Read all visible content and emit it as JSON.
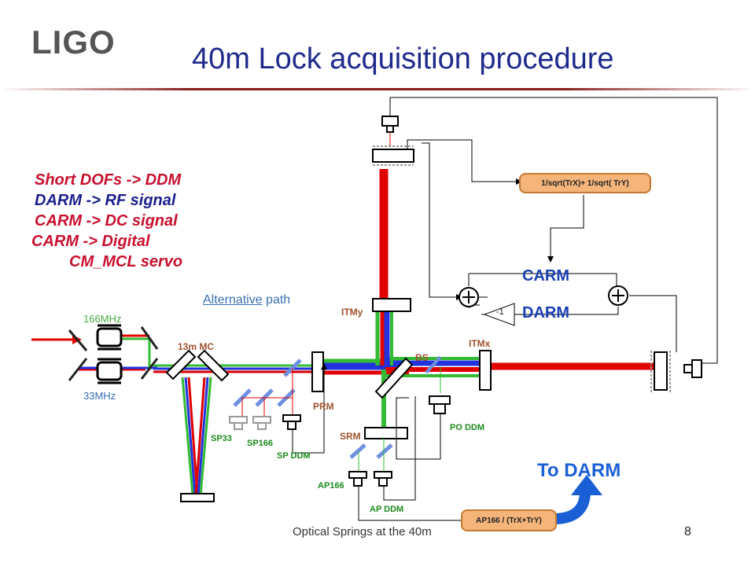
{
  "logo": "LIGO",
  "title": "40m Lock acquisition procedure",
  "notes": [
    "Short DOFs -> DDM",
    "DARM -> RF signal",
    "CARM -> DC signal",
    "CARM -> Digital",
    "CM_MCL servo"
  ],
  "alternative": {
    "link": "Alternative",
    "rest": " path"
  },
  "freqs": {
    "f166": "166MHz",
    "f33": "33MHz"
  },
  "optics": {
    "mc": "13m MC",
    "prm": "PRM",
    "itmy": "ITMy",
    "itmx": "ITMx",
    "bs": "BS",
    "srm": "SRM"
  },
  "detectors": {
    "sp33": "SP33",
    "sp166": "SP166",
    "spddm": "SP DDM",
    "poddm": "PO DDM",
    "ap166": "AP166",
    "apddm": "AP DDM"
  },
  "boxes": {
    "sqrt": "1/sqrt(TrX)+ 1/sqrt( TrY)",
    "ap": "AP166 / (TrX+TrY)"
  },
  "servo": {
    "carm": "CARM",
    "darm": "DARM",
    "minus_one": "-1"
  },
  "to_darm": "To DARM",
  "footer": "Optical Springs at the 40m",
  "page_number": "8",
  "colors": {
    "title": "#1f2a8c",
    "red_text": "#c8102e",
    "navy_text": "#1a1f8c",
    "beam_red": "#ff0000",
    "beam_blue": "#2233dd",
    "beam_green": "#33bb33",
    "mirror_blue": "#6f8fe0",
    "box_fill": "#f4b47a",
    "arrow_blue": "#1a5fd6"
  }
}
